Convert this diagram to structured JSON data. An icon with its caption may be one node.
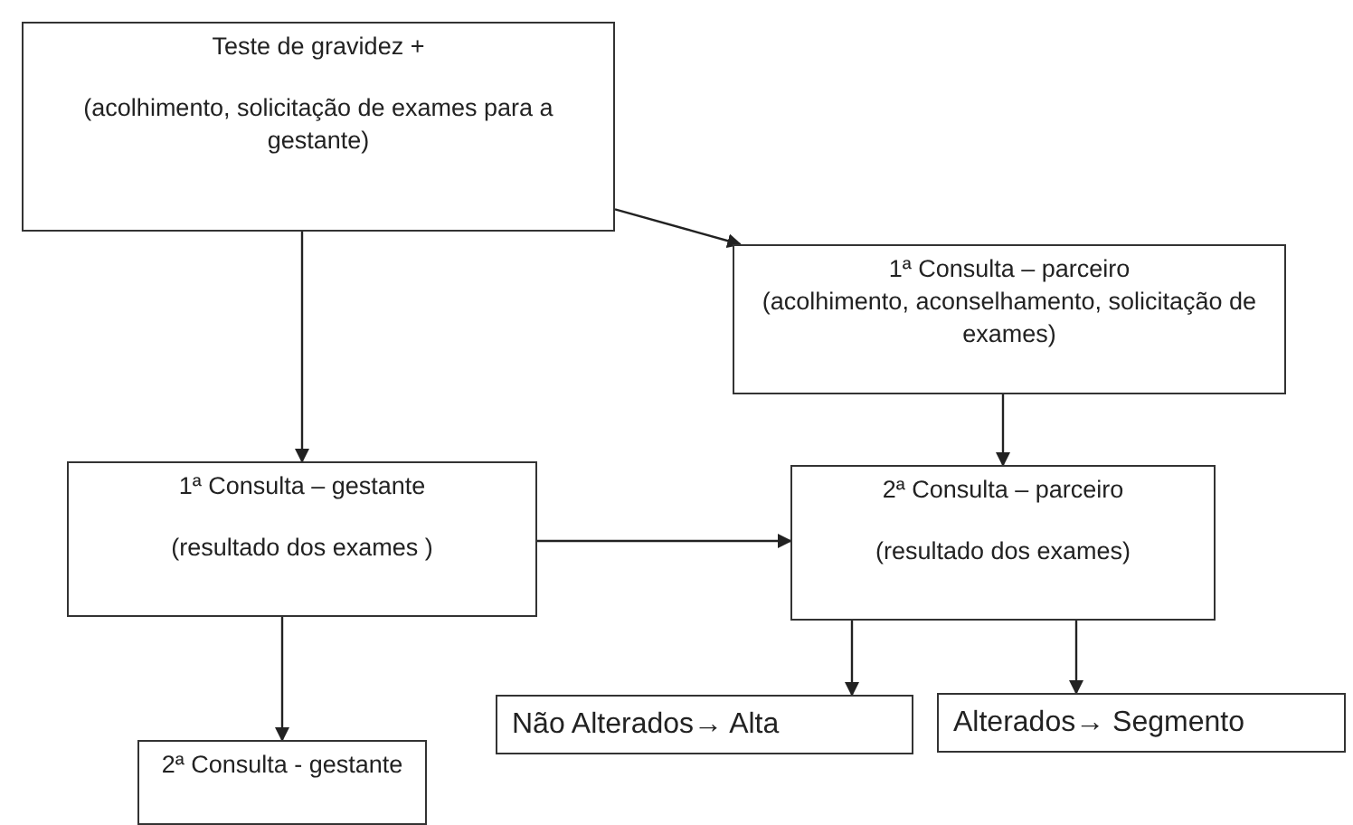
{
  "diagram": {
    "nodes": [
      {
        "text": [
          "Teste de gravidez +",
          "(acolhimento, solicitação de exames para a gestante)"
        ]
      },
      {
        "text": [
          "1ª Consulta – parceiro",
          "(acolhimento, aconselhamento, solicitação de exames)"
        ]
      },
      {
        "text": [
          "1ª Consulta – gestante",
          "(resultado dos exames )"
        ]
      },
      {
        "text": [
          "2ª Consulta – parceiro",
          "(resultado dos exames)"
        ]
      },
      {
        "text": [
          "Não Alterados→ Alta"
        ]
      },
      {
        "text": [
          "Alterados→ Segmento"
        ]
      },
      {
        "text": [
          "2ª Consulta - gestante"
        ]
      }
    ],
    "edges": [
      {
        "from": 0,
        "to": 2,
        "arrow": "to"
      },
      {
        "from": 0,
        "to": 1,
        "arrow": "to"
      },
      {
        "from": 1,
        "to": 3,
        "arrow": "to"
      },
      {
        "from": 2,
        "to": 3,
        "arrow": "to"
      },
      {
        "from": 3,
        "to": 4,
        "arrow": "to"
      },
      {
        "from": 3,
        "to": 5,
        "arrow": "to"
      },
      {
        "from": 2,
        "to": 6,
        "arrow": "to"
      }
    ]
  }
}
